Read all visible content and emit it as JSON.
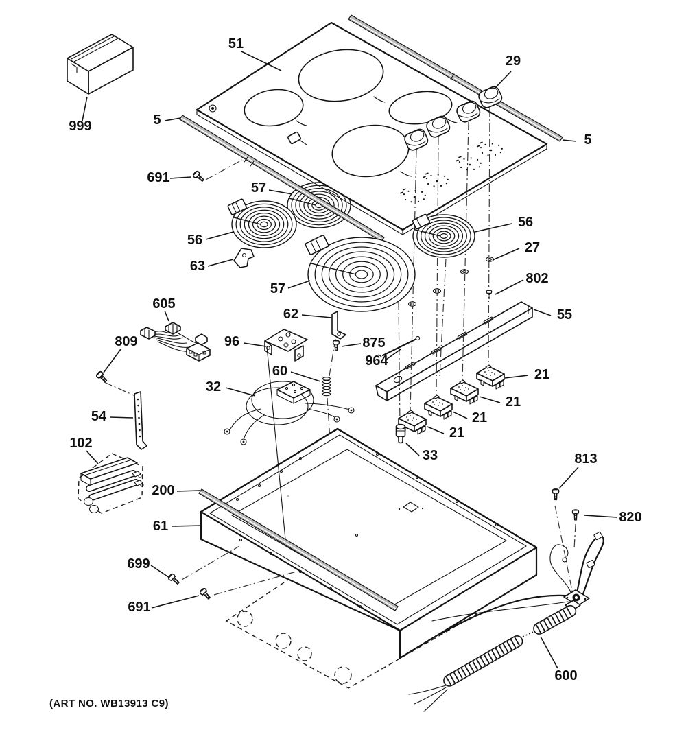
{
  "diagram": {
    "art_no": "(ART NO. WB13913 C9)",
    "labels": [
      "999",
      "51",
      "5",
      "29",
      "5",
      "691",
      "57",
      "56",
      "63",
      "57",
      "56",
      "27",
      "802",
      "55",
      "605",
      "809",
      "96",
      "62",
      "875",
      "964",
      "60",
      "32",
      "54",
      "21",
      "21",
      "21",
      "21",
      "33",
      "102",
      "200",
      "61",
      "699",
      "691",
      "813",
      "820",
      "600"
    ]
  }
}
